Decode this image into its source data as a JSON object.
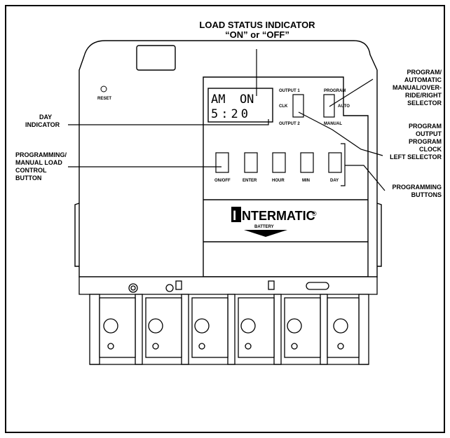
{
  "callouts": {
    "load_status_title": "LOAD STATUS INDICATOR",
    "load_status_sub": "“ON” or “OFF”",
    "day_indicator": [
      "DAY",
      "INDICATOR"
    ],
    "program_manual": [
      "PROGRAMMING/",
      "MANUAL LOAD",
      "CONTROL",
      "BUTTON"
    ],
    "right_selector": [
      "PROGRAM/",
      "AUTOMATIC",
      "MANUAL/OVER-",
      "RIDE/RIGHT",
      "SELECTOR"
    ],
    "left_selector": [
      "PROGRAM",
      "OUTPUT",
      "PROGRAM",
      "CLOCK",
      "LEFT SELECTOR"
    ],
    "programming_buttons": [
      "PROGRAMMING",
      "BUTTONS"
    ]
  },
  "device": {
    "reset_label": "RESET",
    "lcd_line1": "AM  ON",
    "lcd_line2": "5:20",
    "output1": "OUTPUT 1",
    "output2": "OUTPUT 2",
    "clk": "CLK",
    "program": "PROGRAM",
    "auto": "AUTO",
    "manual": "MANUAL",
    "buttons": [
      "ON/OFF",
      "ENTER",
      "HOUR",
      "MIN",
      "DAY"
    ],
    "brand": "NTERMATIC",
    "brand_initial": "I",
    "registered": "®",
    "battery": "BATTERY"
  }
}
